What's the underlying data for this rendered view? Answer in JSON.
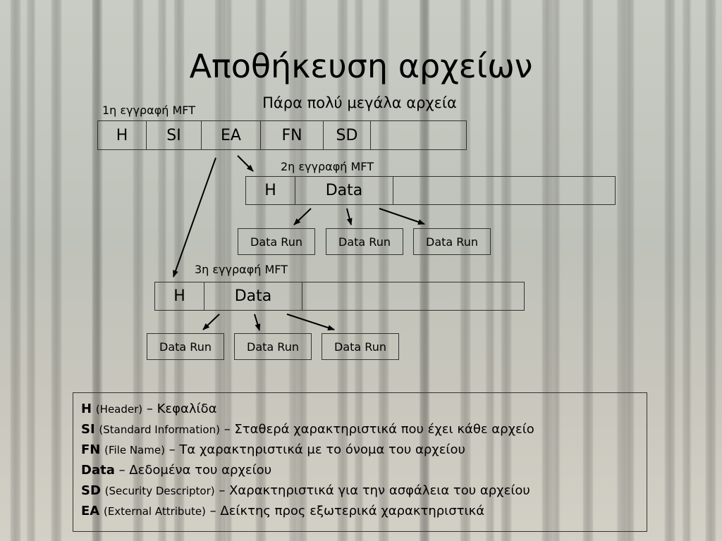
{
  "title": "Αποθήκευση αρχείων",
  "subtitle": "Πάρα πολύ μεγάλα αρχεία",
  "records": {
    "first": {
      "label": "1η εγγραφή MFT",
      "cells": [
        "H",
        "SI",
        "EA",
        "FN",
        "SD"
      ]
    },
    "second": {
      "label": "2η εγγραφή MFT",
      "cells": [
        "H",
        "Data"
      ],
      "runs": [
        "Data Run",
        "Data Run",
        "Data Run"
      ]
    },
    "third": {
      "label": "3η εγγραφή MFT",
      "cells": [
        "H",
        "Data"
      ],
      "runs": [
        "Data Run",
        "Data Run",
        "Data Run"
      ]
    }
  },
  "legend": [
    {
      "abbr": "H",
      "full": "(Header)",
      "desc": "– Κεφαλίδα"
    },
    {
      "abbr": "SI",
      "full": "(Standard Information)",
      "desc": "– Σταθερά χαρακτηριστικά που έχει κάθε αρχείο"
    },
    {
      "abbr": "FN",
      "full": "(File Name)",
      "desc": "– Τα χαρακτηριστικά με το όνομα του αρχείου"
    },
    {
      "abbr": "Data",
      "full": "",
      "desc": "– Δεδομένα του αρχείου"
    },
    {
      "abbr": "SD",
      "full": "(Security Descriptor)",
      "desc": "– Χαρακτηριστικά για την ασφάλεια του αρχείου"
    },
    {
      "abbr": "EA",
      "full": "(External Attribute)",
      "desc": "– Δείκτης προς εξωτερικά χαρακτηριστικά"
    }
  ]
}
